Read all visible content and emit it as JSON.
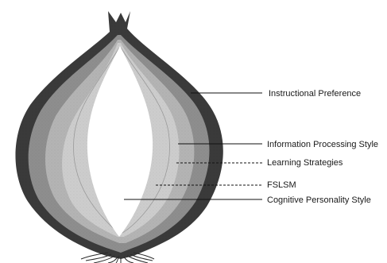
{
  "diagram": {
    "labels": {
      "instructional_preference": "Instructional Preference",
      "information_processing_style": "Information Processing Style",
      "learning_strategies": "Learning Strategies",
      "fslsm": "FSLSM",
      "cognitive_personality_style": "Cognitive Personality Style"
    },
    "colors": {
      "outer_skin": "#3a3a3a",
      "layer_2": "#8e8e8e",
      "layer_3": "#b4b4b4",
      "layer_4": "#cdcdcd",
      "core": "#ffffff",
      "leader_line": "#111111"
    }
  }
}
